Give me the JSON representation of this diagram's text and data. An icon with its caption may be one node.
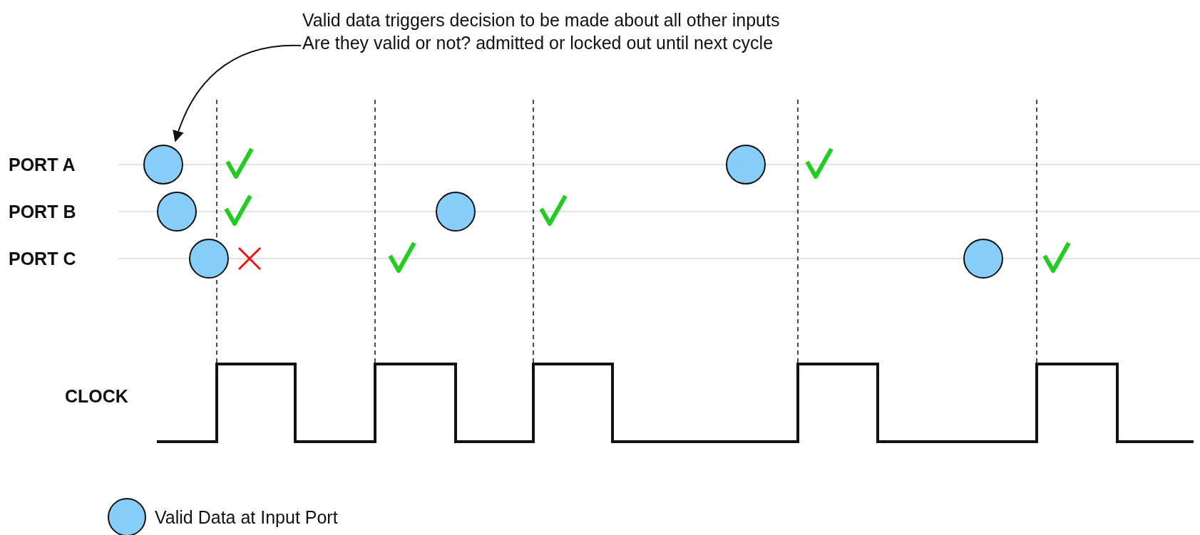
{
  "diagram": {
    "nodes": [
      {
        "text": [
          "Valid data triggers decision to be made about all other inputs",
          "Are they valid or not? admitted or locked out until next cycle"
        ]
      },
      {
        "text": [],
        "shape": "circle"
      }
    ],
    "edges": [
      {
        "from": 0,
        "to": 1,
        "arrow": "to"
      }
    ],
    "labels": [
      "PORT A",
      "PORT B",
      "PORT C",
      "CLOCK"
    ],
    "legend": [
      {
        "text": "Valid Data at Input Port",
        "color": "#87cefa"
      }
    ]
  }
}
